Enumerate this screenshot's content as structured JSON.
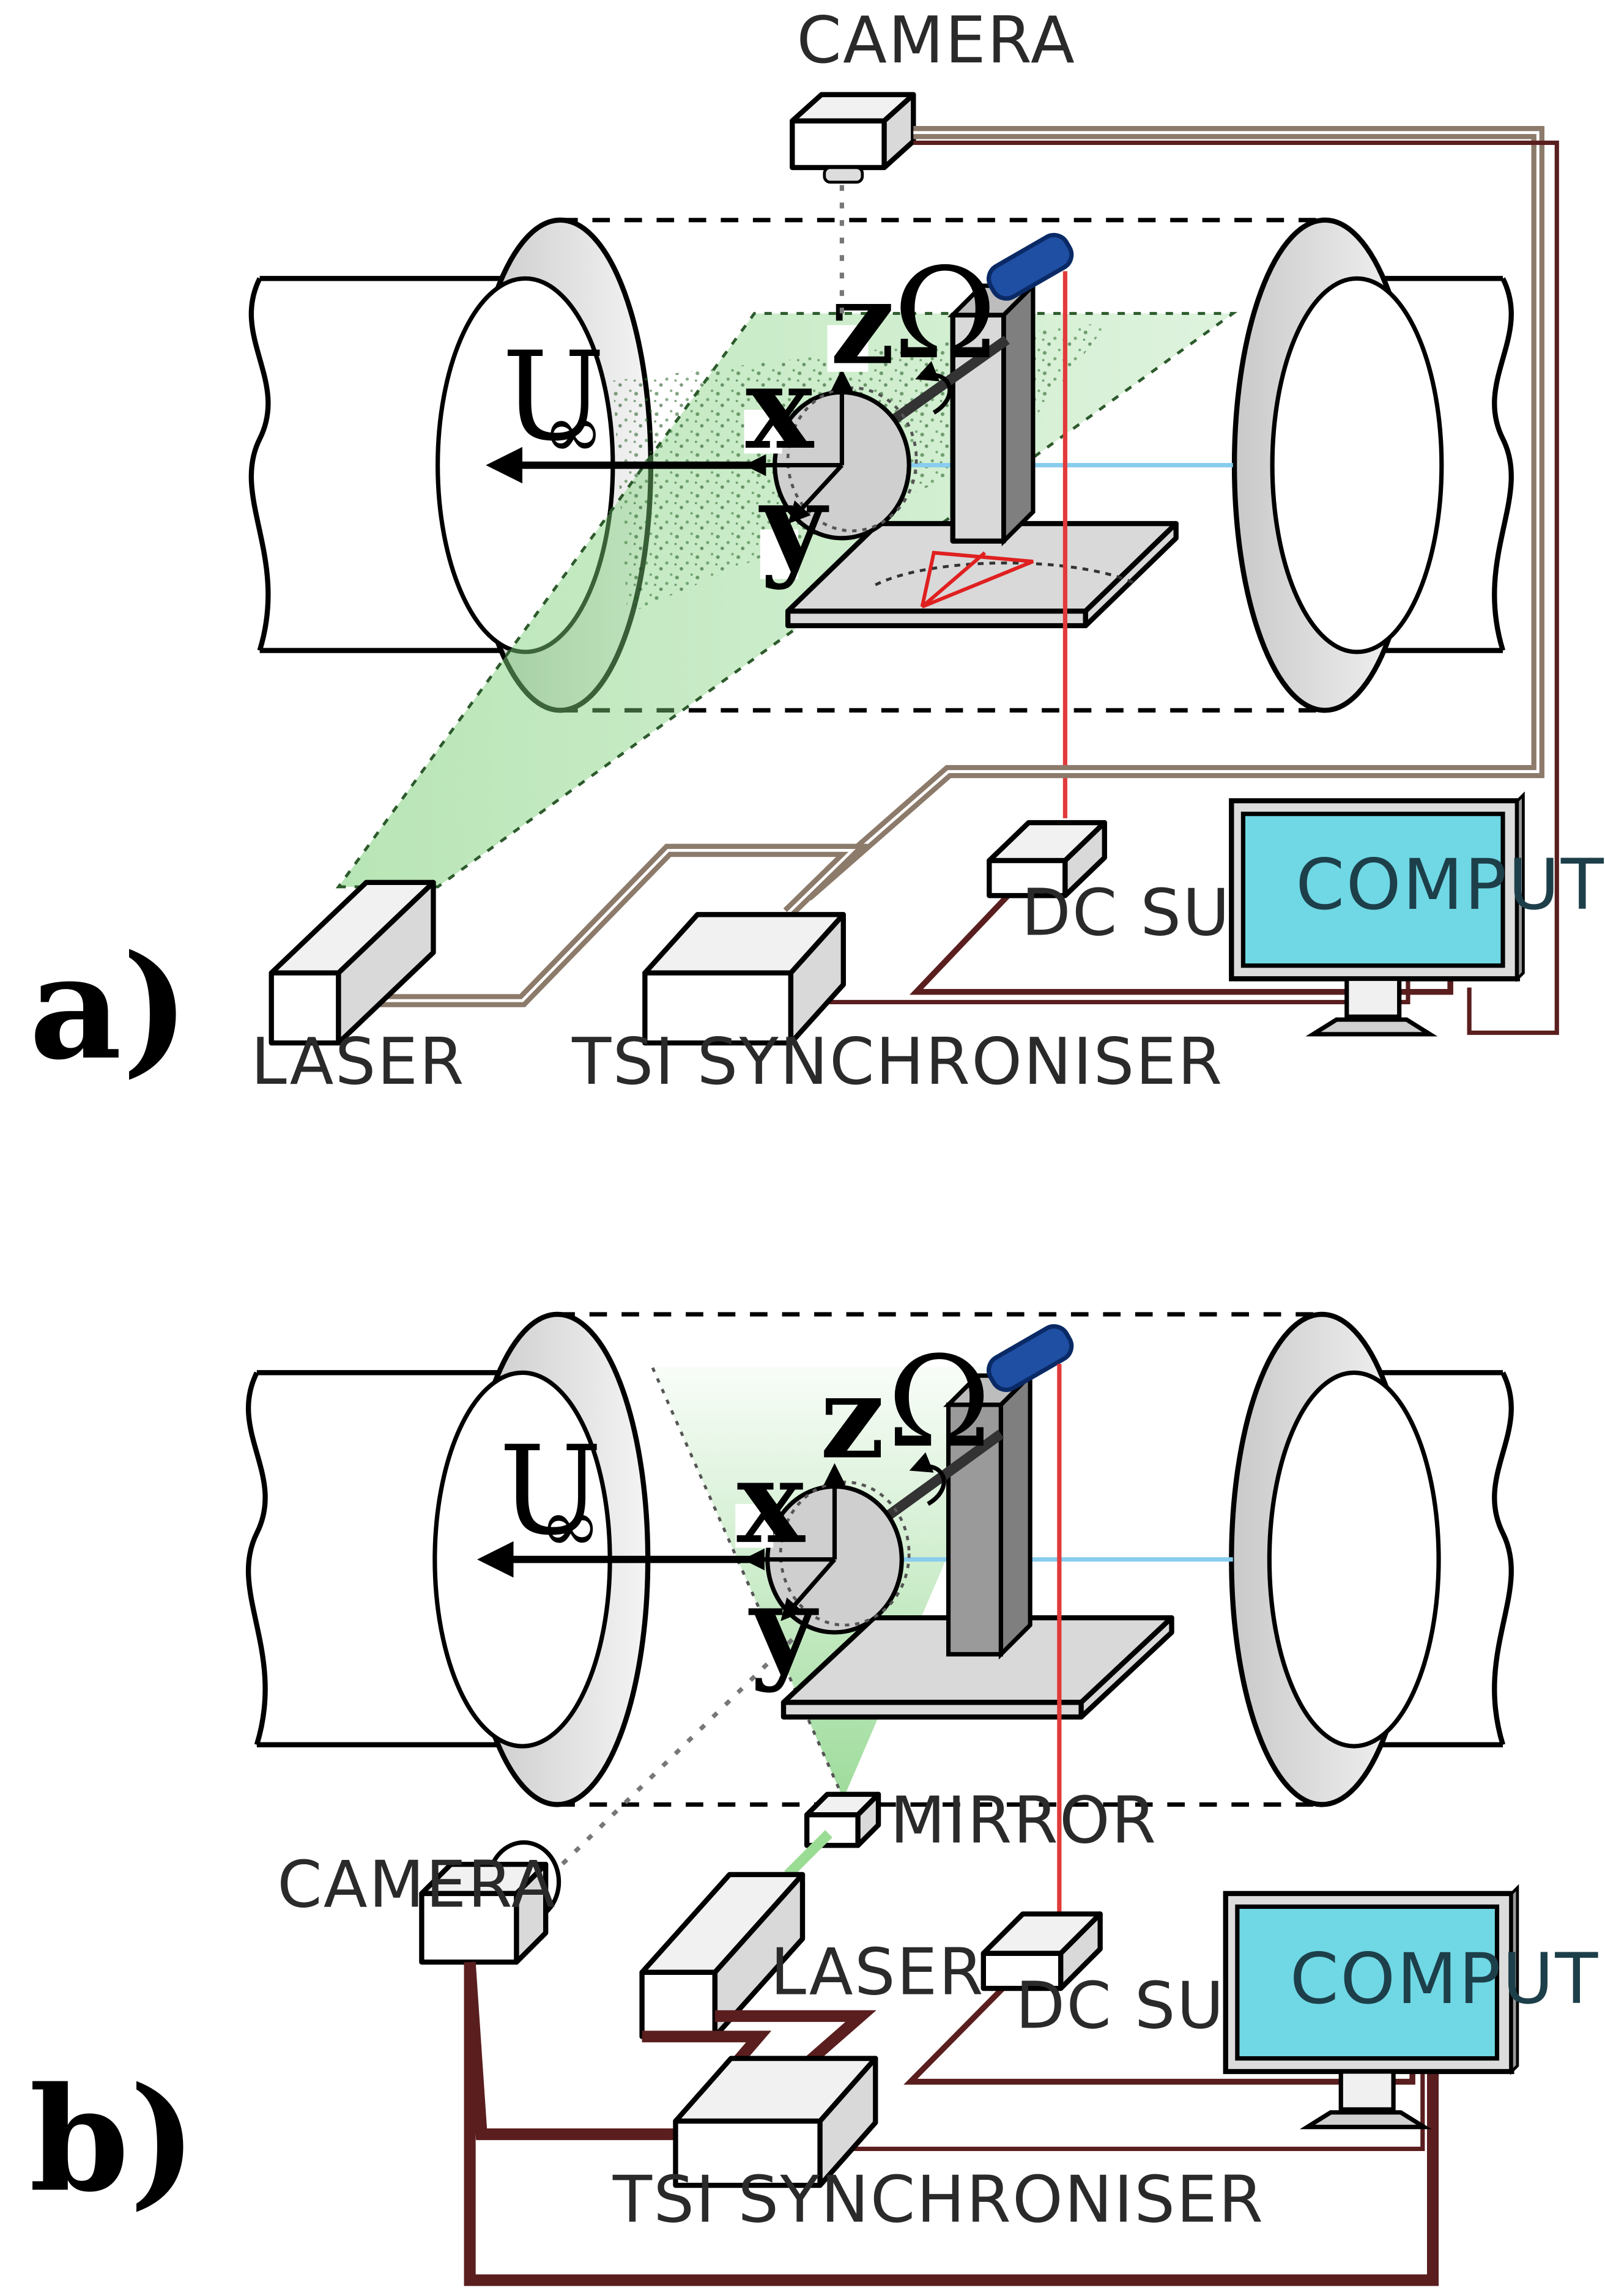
{
  "panels": {
    "a": {
      "label": "a)",
      "camera": "CAMERA",
      "laser": "LASER",
      "synchroniser": "TSI SYNCHRONISER",
      "dc_supply": "DC SUPPLY",
      "computer": "COMPUTER",
      "freestream": "U",
      "freestream_sub": "∞",
      "rotation": "Ω",
      "axis_x": "x",
      "axis_y": "y",
      "axis_z": "z"
    },
    "b": {
      "label": "b)",
      "camera": "CAMERA",
      "mirror": "MIRROR",
      "laser": "LASER",
      "synchroniser": "TSI SYNCHRONISER",
      "dc_supply": "DC SUPPLY",
      "computer": "COMPUTER",
      "freestream": "U",
      "freestream_sub": "∞",
      "rotation": "Ω",
      "axis_x": "x",
      "axis_y": "y",
      "axis_z": "z"
    }
  },
  "colors": {
    "laser_sheet": "#7ed07a",
    "monitor_screen": "#6fd8e4",
    "motor_cap": "#1f4fa3",
    "power_wire": "#e23a3a",
    "cable_brown": "#8c7a6b",
    "cable_dark_red": "#5a1e1e",
    "freestream_line": "#88ccee",
    "angle_marker": "#e02020"
  }
}
